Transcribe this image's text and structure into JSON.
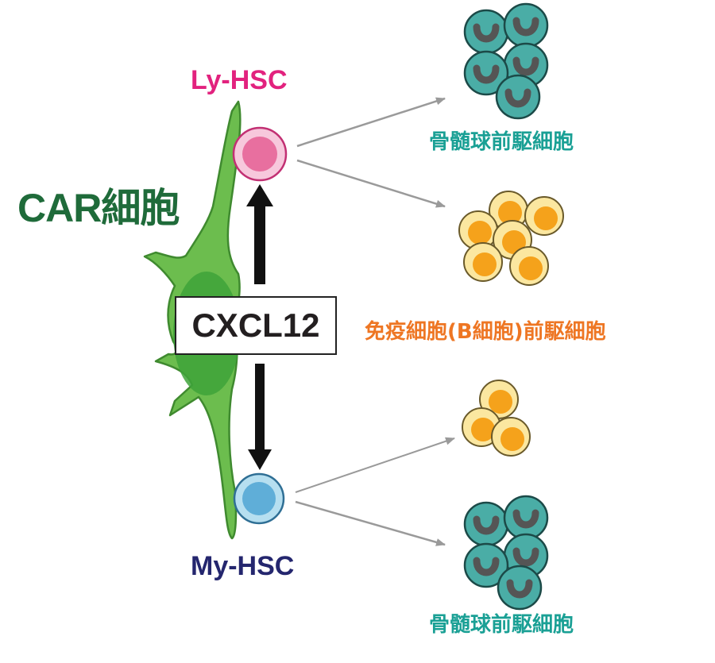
{
  "labels": {
    "car_cell": "CAR細胞",
    "ly_hsc": "Ly-HSC",
    "my_hsc": "My-HSC",
    "cxcl12": "CXCL12",
    "myeloid_progenitor_top": "骨髄球前駆細胞",
    "immune_progenitor": "免疫細胞(B細胞)前駆細胞",
    "myeloid_progenitor_bottom": "骨髄球前駆細胞"
  },
  "colors": {
    "car_cell_body": "#6cbd4e",
    "car_cell_outline": "#3f8a2f",
    "car_nucleus": "#3ea33a",
    "ly_hsc": "#e2227e",
    "my_hsc": "#24266e",
    "myeloid_cell": "#4aada6",
    "b_cell": "#f5a21b",
    "arrow_gray": "#9a9a9a"
  }
}
